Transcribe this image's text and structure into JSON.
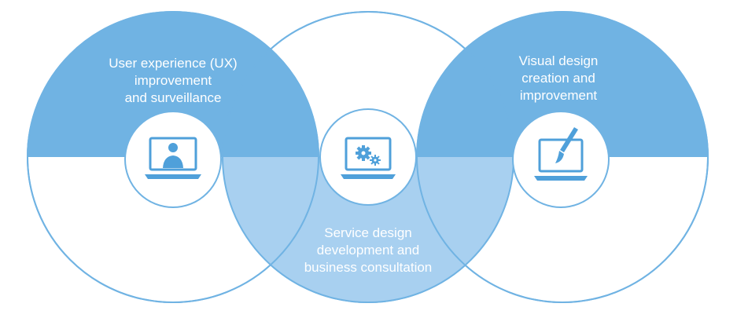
{
  "colors": {
    "primary": "#70b3e3",
    "secondary": "#a8d0f0",
    "outline": "#70b3e3",
    "background": "#ffffff",
    "text_on_fill": "#ffffff"
  },
  "sections": {
    "left": {
      "label": "User experience (UX)\nimprovement\nand surveillance",
      "icon": "laptop-user-icon"
    },
    "center": {
      "label": "Service design\ndevelopment and\nbusiness consultation",
      "icon": "laptop-gears-icon"
    },
    "right": {
      "label": "Visual design\ncreation and\nimprovement",
      "icon": "laptop-paintbrush-icon"
    }
  }
}
